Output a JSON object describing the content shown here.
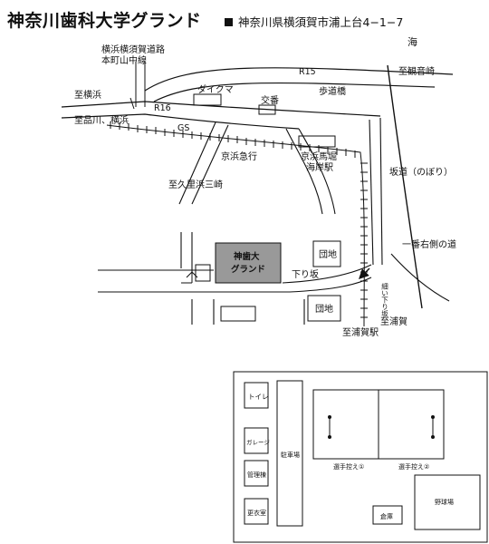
{
  "title": "神奈川歯科大学グランド",
  "address": "神奈川県横須賀市浦上台4−1−7",
  "map": {
    "sea": "海",
    "bus_route": "横浜横須賀道路",
    "bus_route2": "本町山中線",
    "to_yokohama": "至横浜",
    "to_shinagawa": "至品川、横浜",
    "r16": "R16",
    "r15": "R15",
    "gs": "GS",
    "daikuma": "ダイクマ",
    "koban": "交番",
    "footbridge": "歩道橋",
    "to_kannonzaki": "至観音崎",
    "keikyu_line": "京浜急行",
    "station_horibori": "京浜馬堀",
    "station_horibori2": "海岸駅",
    "to_kurihama": "至久里浜三崎",
    "slope": "坂道（のぼり）",
    "right_road": "一番右側の道",
    "ground_label1": "神歯大",
    "ground_label2": "グランド",
    "downhill": "下り坂",
    "housing1": "団地",
    "housing2": "団地",
    "narrow_downhill": "細い下り坂",
    "to_uraga": "至浦賀",
    "uraga_station": "至浦賀駅"
  },
  "facility": {
    "toilet": "トイレ",
    "garage": "ガレージ",
    "mgmt": "管理棟",
    "locker": "更衣室",
    "parking": "駐車場",
    "field1": "選手控え①",
    "field2": "選手控え②",
    "storage": "倉庫",
    "baseball": "野球場"
  }
}
